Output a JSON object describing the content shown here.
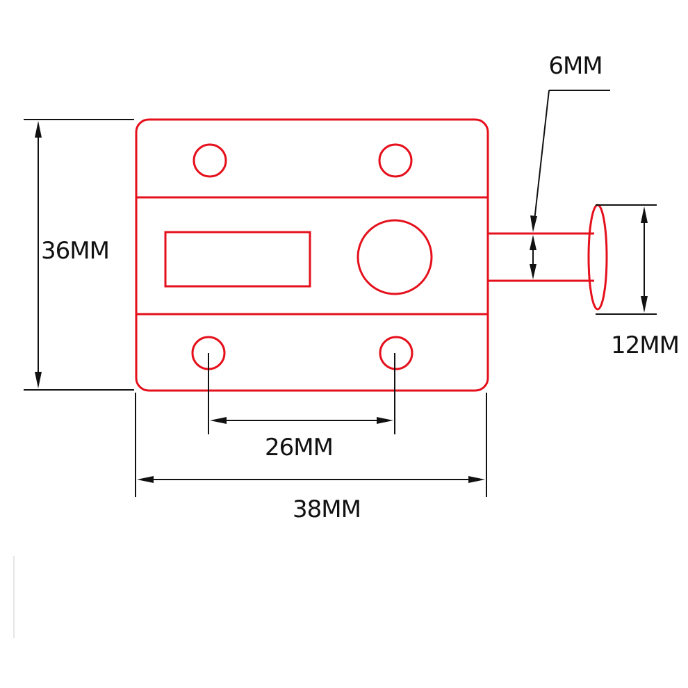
{
  "labels": {
    "height_36": "36MM",
    "width_38": "38MM",
    "hole_spacing_26": "26MM",
    "pin_6": "6MM",
    "knob_12": "12MM"
  },
  "colors": {
    "outline": "#e5101c",
    "dimension": "#111111",
    "background": "#ffffff"
  }
}
